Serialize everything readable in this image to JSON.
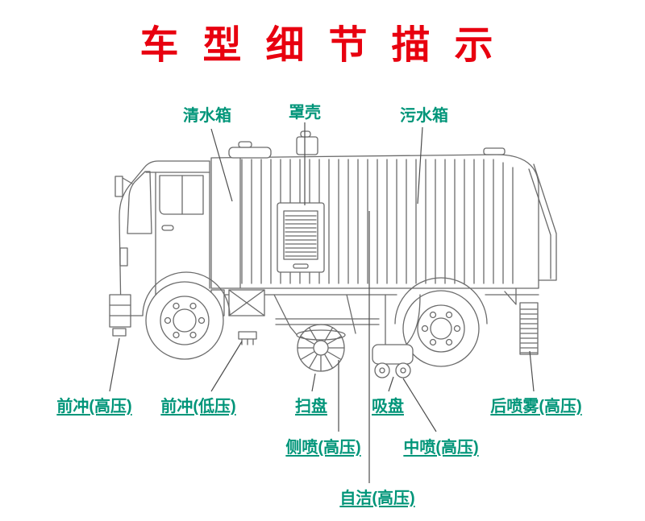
{
  "title": "车型细节描示",
  "part_labels": {
    "clean_water_tank": "清水箱",
    "cover_shell": "罩壳",
    "sewage_tank": "污水箱",
    "front_flush_high": "前冲(高压)",
    "front_flush_low": "前冲(低压)",
    "sweep_disc": "扫盘",
    "suction_disc": "吸盘",
    "rear_spray_high": "后喷雾(高压)",
    "side_spray_high": "侧喷(高压)",
    "middle_spray_high": "中喷(高压)",
    "self_clean_high": "自洁(高压)"
  },
  "colors": {
    "title_color": "#e8000f",
    "label_color": "#009579",
    "line_color": "#6b6b6b",
    "leader_color": "#4d4d4d"
  }
}
